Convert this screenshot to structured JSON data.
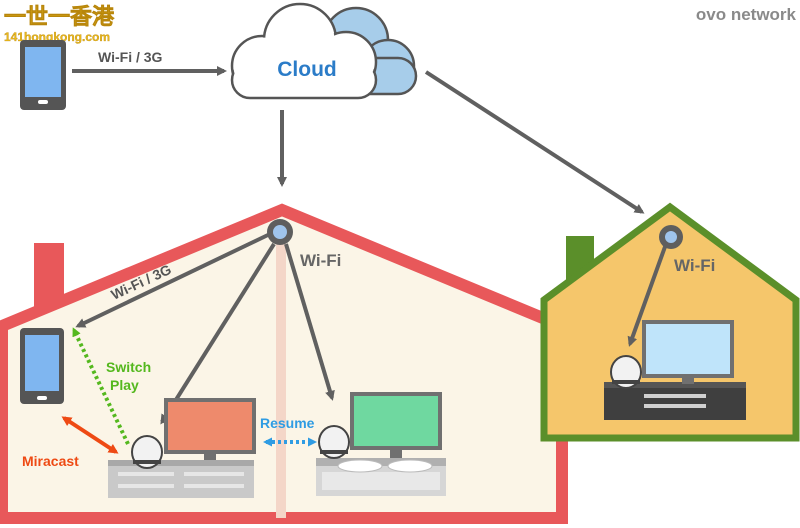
{
  "watermark": {
    "line1": "一世一香港",
    "line2": "141hongkong.com"
  },
  "header": {
    "brand": "ovo network"
  },
  "cloud": {
    "label": "Cloud"
  },
  "links": {
    "phone_to_cloud": "Wi-Fi / 3G",
    "router_to_phone": "Wi-Fi / 3G"
  },
  "home": {
    "wifi_label": "Wi-Fi",
    "switch_play_line1": "Switch",
    "switch_play_line2": "Play",
    "resume": "Resume",
    "miracast": "Miracast"
  },
  "remote_home": {
    "wifi_label": "Wi-Fi"
  },
  "colors": {
    "home_wall": "#E8585A",
    "home_fill": "#FBF5E7",
    "remote_wall": "#5B8F2A",
    "remote_fill": "#F5C66B",
    "cloud_fill": "#FFFFFF",
    "cloud_back": "#A7CDEA",
    "cloud_text": "#2B7CC8",
    "arrow_gray": "#606060",
    "switch_play": "#54B81E",
    "resume": "#2F9CE3",
    "miracast": "#EE4A14",
    "phone_screen": "#7FB6F0",
    "tv_orange": "#EE8A6C",
    "tv_green": "#6FD8A0",
    "tv_blue": "#BFE4FA"
  }
}
